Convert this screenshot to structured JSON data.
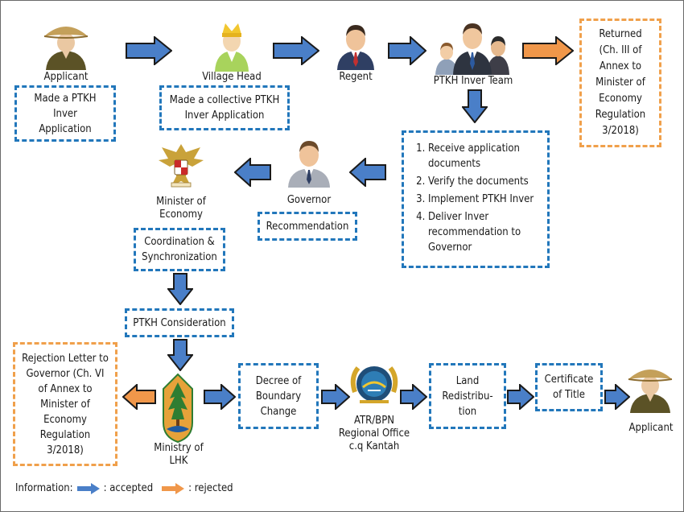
{
  "nodes": {
    "applicant_start": "Applicant",
    "village_head": "Village Head",
    "regent": "Regent",
    "ptkh_team": "PTKH Inver Team",
    "governor": "Governor",
    "minister": "Minister of\nEconomy",
    "ministry_lhk": "Ministry of\nLHK",
    "atr_bpn": "ATR/BPN\nRegional Office\nc.q Kantah",
    "applicant_end": "Applicant"
  },
  "boxes": {
    "applicant_action": "Made a PTKH Inver\nApplication",
    "village_action": "Made a collective PTKH\nInver Application",
    "returned": "Returned\n(Ch. III of\nAnnex to\nMinister of\nEconomy\nRegulation\n3/2018)",
    "team_steps": [
      "Receive application documents",
      "Verify the documents",
      "Implement PTKH Inver",
      "Deliver Inver recommendation to Governor"
    ],
    "recommendation": "Recommendation",
    "coordination": "Coordination &\nSynchronization",
    "consideration": "PTKH Consideration",
    "rejection": "Rejection Letter to\nGovernor (Ch. VI\nof Annex to\nMinister of\nEconomy\nRegulation\n3/2018)",
    "decree": "Decree of\nBoundary\nChange",
    "redistribution": "Land\nRedistribu-\ntion",
    "certificate": "Certificate\nof Title"
  },
  "legend": {
    "title": "Information:",
    "accepted": ": accepted",
    "rejected": ": rejected"
  },
  "colors": {
    "accepted_arrow": "#4a7fc8",
    "rejected_arrow": "#f0974a",
    "accepted_border": "#2277bb",
    "rejected_border": "#f0a04b"
  },
  "icons": {
    "applicant": "farmer-icon",
    "village_head": "village-head-icon",
    "regent": "official-icon",
    "team": "team-icon",
    "governor": "official-icon",
    "minister": "garuda-emblem-icon",
    "lhk": "ministry-lhk-logo-icon",
    "bpn": "atr-bpn-logo-icon"
  }
}
